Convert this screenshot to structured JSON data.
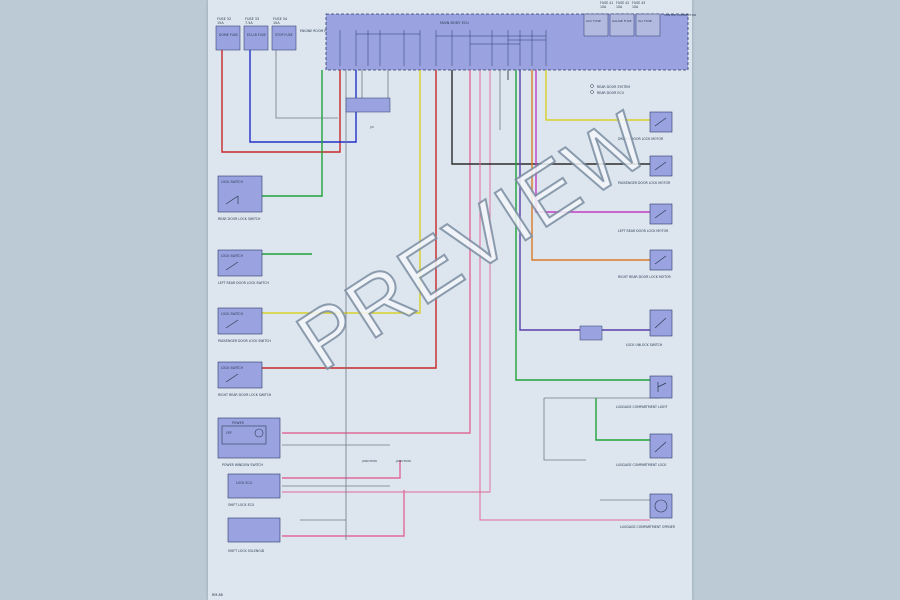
{
  "page_code": "RM-88",
  "fuses": [
    {
      "name": "FUSE 32",
      "rating": "15A",
      "label": "DOME FUSE"
    },
    {
      "name": "FUSE 33",
      "rating": "7.5A",
      "label": "ECU-B FUSE"
    },
    {
      "name": "FUSE 34",
      "rating": "10A",
      "label": "STOP FUSE"
    }
  ],
  "relay_label": "ENGINE ROOM RELAY BLOCK",
  "main_ecu_label": "MAIN BODY ECU",
  "top_right_fuses": [
    {
      "name": "FUSE 41",
      "rating": "10A",
      "label": "ACC FUSE"
    },
    {
      "name": "FUSE 42",
      "rating": "10A",
      "label": "GAUGE FUSE"
    },
    {
      "name": "FUSE 43",
      "rating": "10A",
      "label": "IG1 FUSE"
    }
  ],
  "corner_label": "CENTER CONNECTOR",
  "legend": [
    "REAR DOOR SYSTEM",
    "REAR DOOR ECU"
  ],
  "left_components": [
    {
      "title": "LOCK SWITCH",
      "desc": "REAR DOOR LOCK SWITCH"
    },
    {
      "title": "LOCK SWITCH",
      "desc": "LEFT REAR DOOR LOCK SWITCH"
    },
    {
      "title": "LOCK SWITCH",
      "desc": "PASSENGER DOOR LOCK SWITCH"
    },
    {
      "title": "LOCK SWITCH",
      "desc": "RIGHT REAR DOOR LOCK SWITCH"
    }
  ],
  "power_switch": {
    "title": "POWER",
    "sw": "OFF",
    "desc": "POWER WINDOW SWITCH"
  },
  "lower_boxes": [
    {
      "title": "LOCK ECU",
      "desc": "SHIFT LOCK ECU"
    },
    {
      "title": "",
      "desc": "SHIFT LOCK SOLENOID"
    }
  ],
  "right_components": [
    {
      "desc": "DRIVER DOOR LOCK MOTOR"
    },
    {
      "desc": "PASSENGER DOOR LOCK MOTOR"
    },
    {
      "desc": "LEFT REAR DOOR LOCK MOTOR"
    },
    {
      "desc": "RIGHT REAR DOOR LOCK MOTOR"
    },
    {
      "desc": "LOCK UNLOCK SWITCH"
    },
    {
      "desc": "LUGGAGE COMPARTMENT LIGHT"
    },
    {
      "desc": "LUGGAGE COMPARTMENT LOCK"
    },
    {
      "desc": "LUGGAGE COMPARTMENT OPENER"
    }
  ],
  "junction_labels": [
    "JUNCTION",
    "JUNCTION"
  ],
  "connector_label": "J/C",
  "watermark": "PREVIEW",
  "colors": {
    "background": "#bccad6",
    "sheet": "#dde6ee",
    "component_fill": "#9aa3e0",
    "wire_red": "#c62828",
    "wire_blue": "#2230c8",
    "wire_green": "#1fa23a",
    "wire_yellow": "#d9cf2a",
    "wire_pink": "#e06a9a",
    "wire_magenta": "#c23fc4",
    "wire_orange": "#d97a2a",
    "wire_purple": "#5a3fa8",
    "wire_gray": "#707a86",
    "wire_black": "#2c2c2c"
  }
}
